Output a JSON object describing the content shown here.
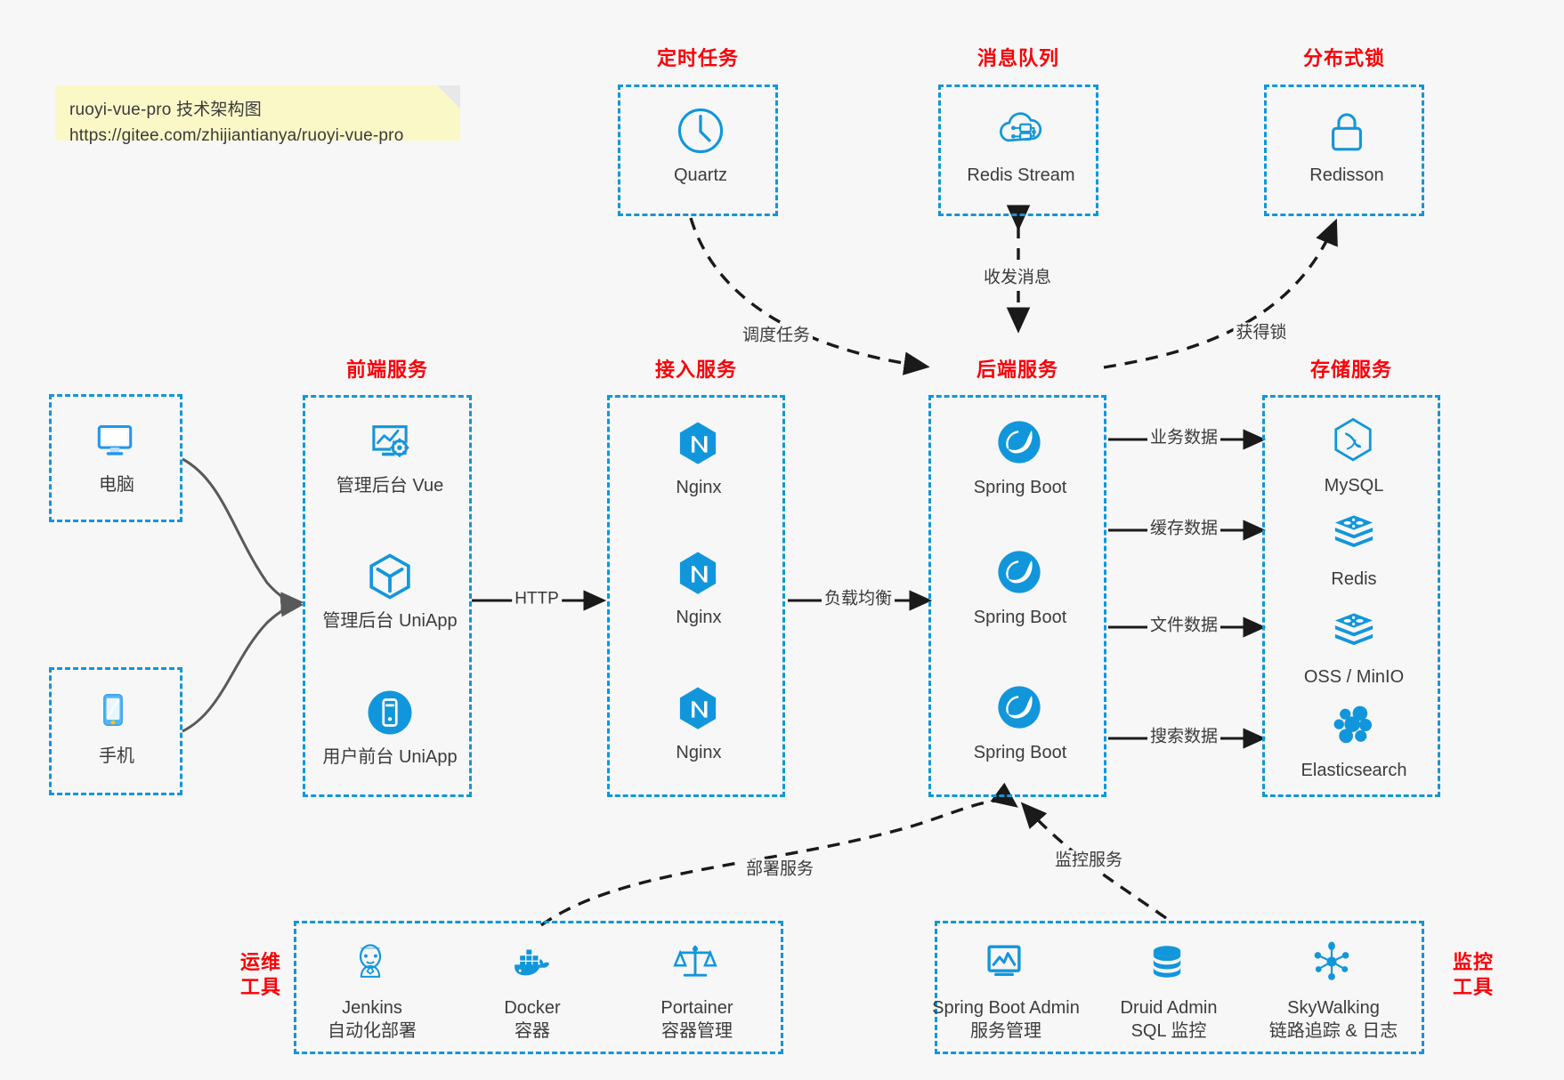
{
  "note": {
    "line1": "ruoyi-vue-pro 技术架构图",
    "line2": "https://gitee.com/zhijiantianya/ruoyi-vue-pro"
  },
  "colors": {
    "accent_blue": "#1296db",
    "title_red": "#fb0007",
    "text_gray": "#3c3c3c",
    "note_yellow": "#fbf8c8",
    "background": "#f7f7f7",
    "arrow_black": "#1a1a1a",
    "client_curve_gray": "#595959"
  },
  "groups": {
    "scheduled_task": {
      "title": "定时任务",
      "nodes": [
        {
          "label": "Quartz",
          "icon": "clock-icon"
        }
      ]
    },
    "message_queue": {
      "title": "消息队列",
      "nodes": [
        {
          "label": "Redis Stream",
          "icon": "cloud-network-icon"
        }
      ]
    },
    "distributed_lock": {
      "title": "分布式锁",
      "nodes": [
        {
          "label": "Redisson",
          "icon": "lock-icon"
        }
      ]
    },
    "clients": {
      "nodes": [
        {
          "label": "电脑",
          "icon": "desktop-monitor-icon"
        },
        {
          "label": "手机",
          "icon": "smartphone-icon"
        }
      ]
    },
    "frontend": {
      "title": "前端服务",
      "nodes": [
        {
          "label": "管理后台 Vue",
          "icon": "dashboard-gear-icon"
        },
        {
          "label": "管理后台 UniApp",
          "icon": "cube-icon"
        },
        {
          "label": "用户前台 UniApp",
          "icon": "mobile-circle-icon"
        }
      ]
    },
    "gateway": {
      "title": "接入服务",
      "nodes": [
        {
          "label": "Nginx",
          "icon": "nginx-icon"
        },
        {
          "label": "Nginx",
          "icon": "nginx-icon"
        },
        {
          "label": "Nginx",
          "icon": "nginx-icon"
        }
      ]
    },
    "backend": {
      "title": "后端服务",
      "nodes": [
        {
          "label": "Spring Boot",
          "icon": "spring-boot-icon"
        },
        {
          "label": "Spring Boot",
          "icon": "spring-boot-icon"
        },
        {
          "label": "Spring Boot",
          "icon": "spring-boot-icon"
        }
      ]
    },
    "storage": {
      "title": "存储服务",
      "nodes": [
        {
          "label": "MySQL",
          "icon": "mysql-dolphin-icon"
        },
        {
          "label": "Redis",
          "icon": "redis-stack-icon"
        },
        {
          "label": "OSS / MinIO",
          "icon": "redis-stack-icon"
        },
        {
          "label": "Elasticsearch",
          "icon": "elasticsearch-icon"
        }
      ]
    },
    "devops": {
      "title": "运维\n工具",
      "title_line1": "运维",
      "title_line2": "工具",
      "nodes": [
        {
          "label": "Jenkins",
          "sub": "自动化部署",
          "icon": "jenkins-butler-icon"
        },
        {
          "label": "Docker",
          "sub": "容器",
          "icon": "docker-whale-icon"
        },
        {
          "label": "Portainer",
          "sub": "容器管理",
          "icon": "scales-balance-icon"
        }
      ]
    },
    "monitoring": {
      "title_line1": "监控",
      "title_line2": "工具",
      "nodes": [
        {
          "label": "Spring Boot Admin",
          "sub": "服务管理",
          "icon": "monitor-chart-icon"
        },
        {
          "label": "Druid Admin",
          "sub": "SQL 监控",
          "icon": "database-cylinder-icon"
        },
        {
          "label": "SkyWalking",
          "sub": "链路追踪 & 日志",
          "icon": "skywalking-node-icon"
        }
      ]
    }
  },
  "edges": [
    {
      "name": "schedule-task",
      "label": "调度任务"
    },
    {
      "name": "send-receive-message",
      "label": "收发消息"
    },
    {
      "name": "acquire-lock",
      "label": "获得锁"
    },
    {
      "name": "http",
      "label": "HTTP"
    },
    {
      "name": "load-balance",
      "label": "负载均衡"
    },
    {
      "name": "business-data",
      "label": "业务数据"
    },
    {
      "name": "cache-data",
      "label": "缓存数据"
    },
    {
      "name": "file-data",
      "label": "文件数据"
    },
    {
      "name": "search-data",
      "label": "搜索数据"
    },
    {
      "name": "deploy-service",
      "label": "部署服务"
    },
    {
      "name": "monitor-service",
      "label": "监控服务"
    }
  ]
}
